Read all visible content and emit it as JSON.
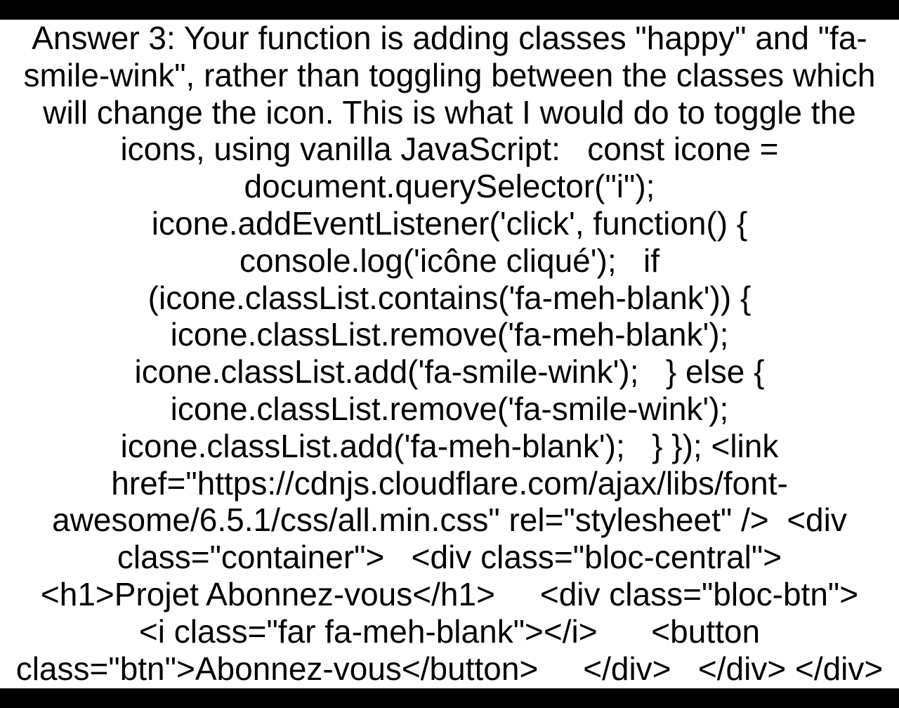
{
  "page": {
    "background": "#ffffff",
    "bar_color": "#000000",
    "text_color": "#000000"
  },
  "answer": {
    "lines": [
      "Answer 3: Your function is adding classes \"happy\" and \"fa-",
      "smile-wink\", rather than toggling between the classes which",
      "will change the icon. This is what I would do to toggle the",
      "icons, using vanilla JavaScript:   const icone =",
      "document.querySelector(\"i\");",
      "icone.addEventListener('click', function() {",
      "console.log('icône cliqué');   if",
      "(icone.classList.contains('fa-meh-blank')) {",
      "icone.classList.remove('fa-meh-blank');",
      "icone.classList.add('fa-smile-wink');   } else {",
      "icone.classList.remove('fa-smile-wink');",
      "icone.classList.add('fa-meh-blank');   } }); <link",
      "href=\"https://cdnjs.cloudflare.com/ajax/libs/font-",
      "awesome/6.5.1/css/all.min.css\" rel=\"stylesheet\" />  <div",
      "class=\"container\">   <div class=\"bloc-central\">",
      "<h1>Projet Abonnez-vous</h1>     <div class=\"bloc-btn\">",
      "<i class=\"far fa-meh-blank\"></i>      <button",
      "class=\"btn\">Abonnez-vous</button>     </div>   </div> </div>"
    ]
  }
}
